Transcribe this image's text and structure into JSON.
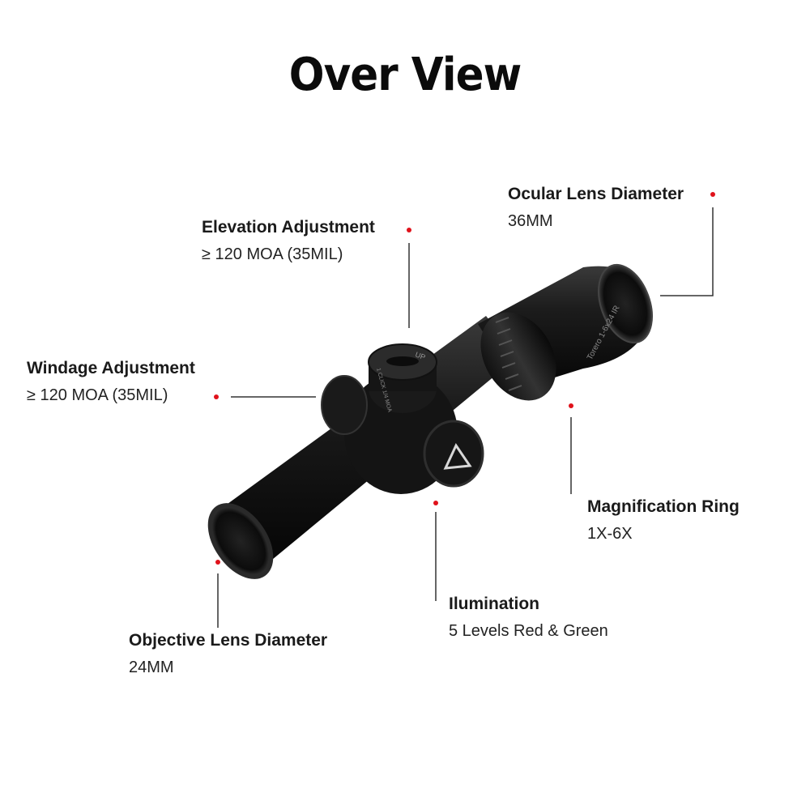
{
  "title": "Over View",
  "accent_color": "#e0121b",
  "callouts": {
    "ocular": {
      "heading": "Ocular Lens Diameter",
      "value": "36MM"
    },
    "elevation": {
      "heading": "Elevation Adjustment",
      "value": "≥ 120 MOA (35MIL)"
    },
    "windage": {
      "heading": "Windage Adjustment",
      "value": "≥ 120 MOA (35MIL)"
    },
    "magnification": {
      "heading": "Magnification Ring",
      "value": "1X-6X"
    },
    "illumination": {
      "heading": "Ilumination",
      "value": "5 Levels Red & Green"
    },
    "objective": {
      "heading": "Objective Lens Diameter",
      "value": "24MM"
    }
  },
  "scope_markings": {
    "model": "Torero 1-6x24 IR",
    "turret_label": "UP",
    "click_label": "1 CLICK 1/4 MOA"
  }
}
